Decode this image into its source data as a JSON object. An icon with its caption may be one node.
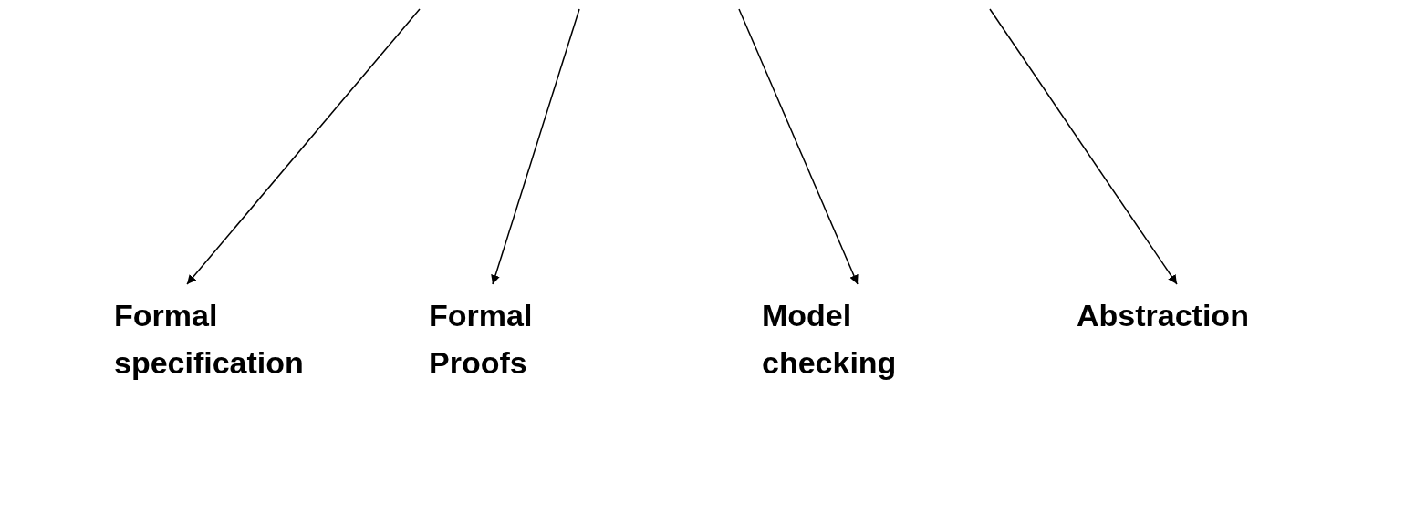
{
  "diagram": {
    "nodes": [
      {
        "text": [
          "Formal specification"
        ]
      },
      {
        "text": [
          "Formal Proofs"
        ]
      },
      {
        "text": [
          "Model checking"
        ]
      },
      {
        "text": [
          "Abstraction"
        ]
      }
    ],
    "edges": [
      {
        "from": null,
        "to": 0,
        "arrow": "to"
      },
      {
        "from": null,
        "to": 1,
        "arrow": "to"
      },
      {
        "from": null,
        "to": 2,
        "arrow": "to"
      },
      {
        "from": null,
        "to": 3,
        "arrow": "to"
      }
    ]
  }
}
